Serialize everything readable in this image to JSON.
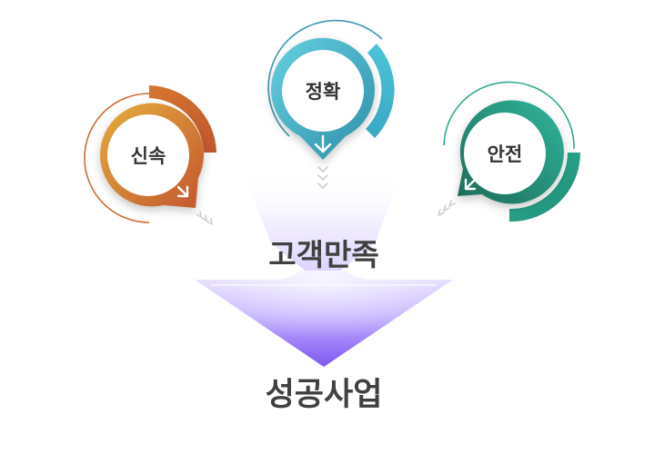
{
  "badges": {
    "speed": {
      "label": "신속",
      "color_light": "#e2a33a",
      "color_dark": "#c2562e"
    },
    "accuracy": {
      "label": "정확",
      "color_light": "#5bc6d9",
      "color_dark": "#2f8ea6"
    },
    "safety": {
      "label": "안전",
      "color_light": "#2fb29a",
      "color_dark": "#1e6b58"
    }
  },
  "flow": {
    "middle_label": "고객만족",
    "bottom_label": "성공사업",
    "funnel_light": "#d9ceff",
    "funnel_dark": "#7f56f2"
  }
}
